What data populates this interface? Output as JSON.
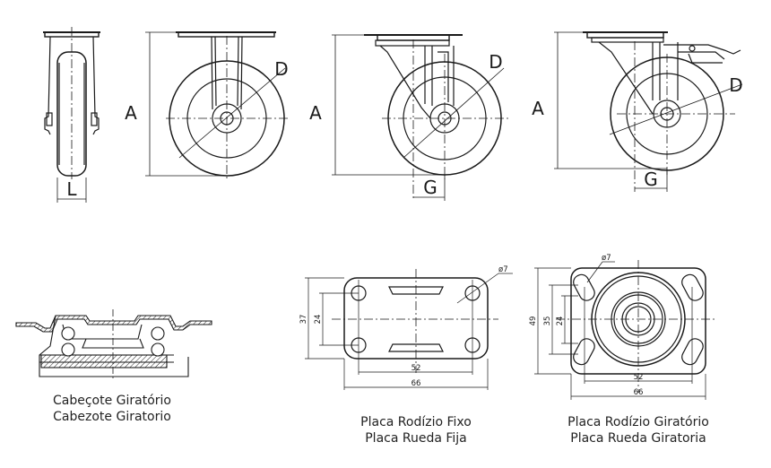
{
  "views": {
    "front": {
      "label_width": "L"
    },
    "fixed_side": {
      "label_height": "A",
      "label_diameter": "D"
    },
    "swivel_side": {
      "label_height": "A",
      "label_diameter": "D",
      "label_offset": "G"
    },
    "brake_side": {
      "label_height": "A",
      "label_diameter": "D",
      "label_offset": "G"
    }
  },
  "captions": {
    "head": {
      "line1": "Cabeçote Giratório",
      "line2": "Cabezote Giratorio"
    },
    "fixed_plate": {
      "line1": "Placa Rodízio Fixo",
      "line2": "Placa Rueda Fija"
    },
    "swivel_plate": {
      "line1": "Placa Rodízio Giratório",
      "line2": "Placa Rueda Giratoria"
    }
  },
  "fixed_plate": {
    "hole": "ø7",
    "height_outer": "37",
    "height_inner": "24",
    "width_inner": "52",
    "width_outer": "66"
  },
  "swivel_plate": {
    "hole": "ø7",
    "height_outer": "49",
    "height_mid": "35",
    "height_inner": "24",
    "width_inner": "52",
    "width_outer": "66"
  }
}
